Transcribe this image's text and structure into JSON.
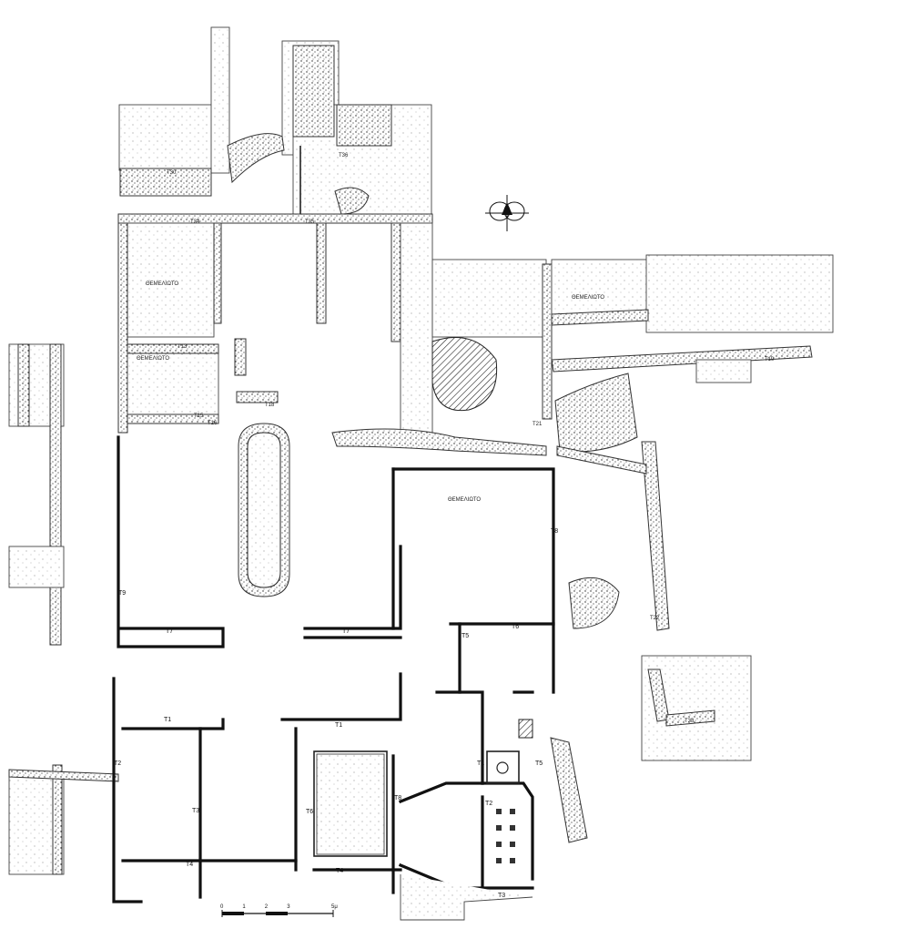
{
  "plan": {
    "wall_labels": {
      "t1a": "T1",
      "t1b": "T1",
      "t1c": "T1",
      "t2a": "T2",
      "t2b": "T2",
      "t3a": "T3",
      "t3b": "T3",
      "t4a": "T4",
      "t4b": "T4",
      "t5a": "T5",
      "t5b": "T5",
      "t6a": "T6",
      "t6b": "T6",
      "t7a": "T7",
      "t7b": "T7",
      "t8a": "T8",
      "t8b": "T8",
      "t9": "T9",
      "t13": "T13",
      "t15": "T15",
      "t16": "T16",
      "t18": "T18",
      "t19": "T19",
      "t21": "T21",
      "t22": "T22",
      "t30": "T30",
      "t34": "T34",
      "t35": "T35",
      "t36": "T36",
      "t38": "T38"
    },
    "area_labels": {
      "a1": "ΘΕΜΕΛΙΩΤΟ",
      "a2": "ΘΕΜΕΛΙΩΤΟ",
      "a3": "ΘΕΜΕΛΙΩΤΟ",
      "a4": "ΘΕΜΕΛΙΩΤΟ"
    },
    "north_arrow": "north-arrow-icon"
  },
  "scale_bar": {
    "ticks": [
      "0",
      "1",
      "2",
      "3",
      "5μ"
    ],
    "values_m": [
      0,
      1,
      2,
      3,
      5
    ]
  }
}
